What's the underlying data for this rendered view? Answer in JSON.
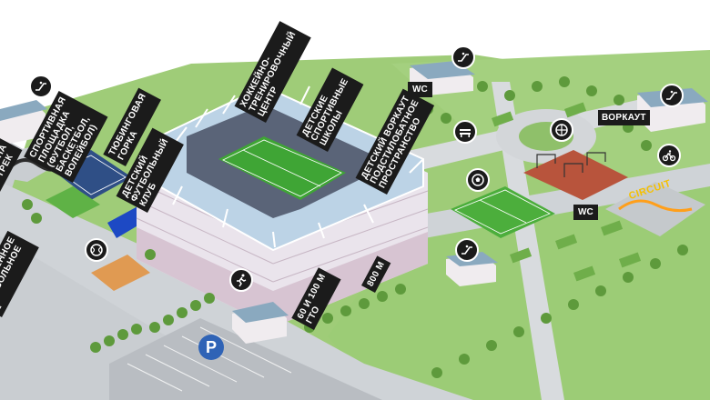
{
  "labels": {
    "hockey_center": "ХОККЕЙНО-\nТРЕНИРОВОЧНЫЙ\nЦЕНТР",
    "sports_ground": "СПОРТИВНАЯ\nПЛОЩАДКА\n(ФУТБОЛ,\nБАСКЕТБОЛ,\nВОЛЕЙБОЛ)",
    "tubing_hill": "ТЮБИНГОВАЯ\nГОРКА",
    "kids_football_club": "ДЕТСКИЙ\nФУТБОЛЬНЫЙ\nКЛУБ",
    "kids_sports_schools": "ДЕТСКИЕ\nСПОРТИВНЫЕ\nШКОЛЫ",
    "kids_workout": "ДЕТСКИЙ ВОРКАУТ\nПОДСТИЛОБАТНОЕ\nПРОСТРАНСТВО",
    "workout": "ВОРКАУТ",
    "autodrome": "ТОЗОНА\nЙ ТРЕК",
    "artificial_field": "КУССТВЕННОЕ\nФУТБОЛЬНОЕ\nЕ",
    "gto_track": "60 И 100 М\nГТО",
    "track_800": "800 М",
    "wc_top": "WC",
    "wc_right": "WC",
    "circuit": "CIRCUIT",
    "parking": "P"
  },
  "icons": [
    "escalator-icon",
    "escalator-icon",
    "escalator-icon",
    "escalator-icon",
    "bench-icon",
    "soccer-ball-icon",
    "basketball-icon",
    "cyclist-icon",
    "tennis-ball-icon",
    "runner-icon"
  ],
  "colors": {
    "label_bg": "#1b1b1b",
    "grass": "#8fc06a",
    "path": "#d4d7da",
    "stadium_roof": "#bcd3e6",
    "stadium_wall": "#e9e3ea",
    "pitch": "#3fa535",
    "court": "#c9583f",
    "parking_blue": "#2f63b6",
    "circuit_yellow": "#f5c000"
  }
}
